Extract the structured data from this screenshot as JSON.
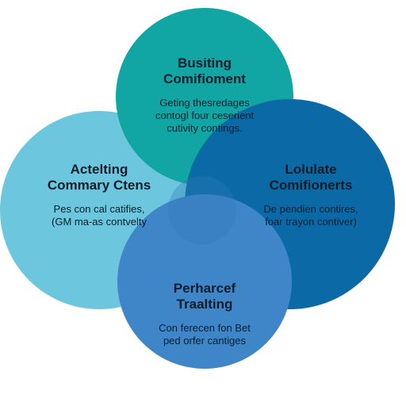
{
  "colors": {
    "top": "#11a5a4",
    "left": "#6cc6dd",
    "right": "#0b6aa5",
    "bottom": "#3f86c8",
    "overlap_center": "#2e78b6",
    "text": "#0b1d2a"
  },
  "top": {
    "title_line1": "Busiting",
    "title_line2": "Comifioment",
    "body_line1": "Geting thesredages",
    "body_line2": "contogl four ceserient",
    "body_line3": "cutivity contings."
  },
  "left": {
    "title_line1": "Actelting",
    "title_line2": "Commary Ctens",
    "body_line1": "Pes con cal catifies,",
    "body_line2": "(GM ma-as contvelty"
  },
  "right": {
    "title_line1": "Lolulate",
    "title_line2": "Comifionerts",
    "body_line1": "De pendien contires,",
    "body_line2": "foar trayon contiver)"
  },
  "bottom": {
    "title_line1": "Perharcef",
    "title_line2": "Traalting",
    "body_line1": "Con ferecen fon Bet",
    "body_line2": "ped orfer cantiges"
  }
}
